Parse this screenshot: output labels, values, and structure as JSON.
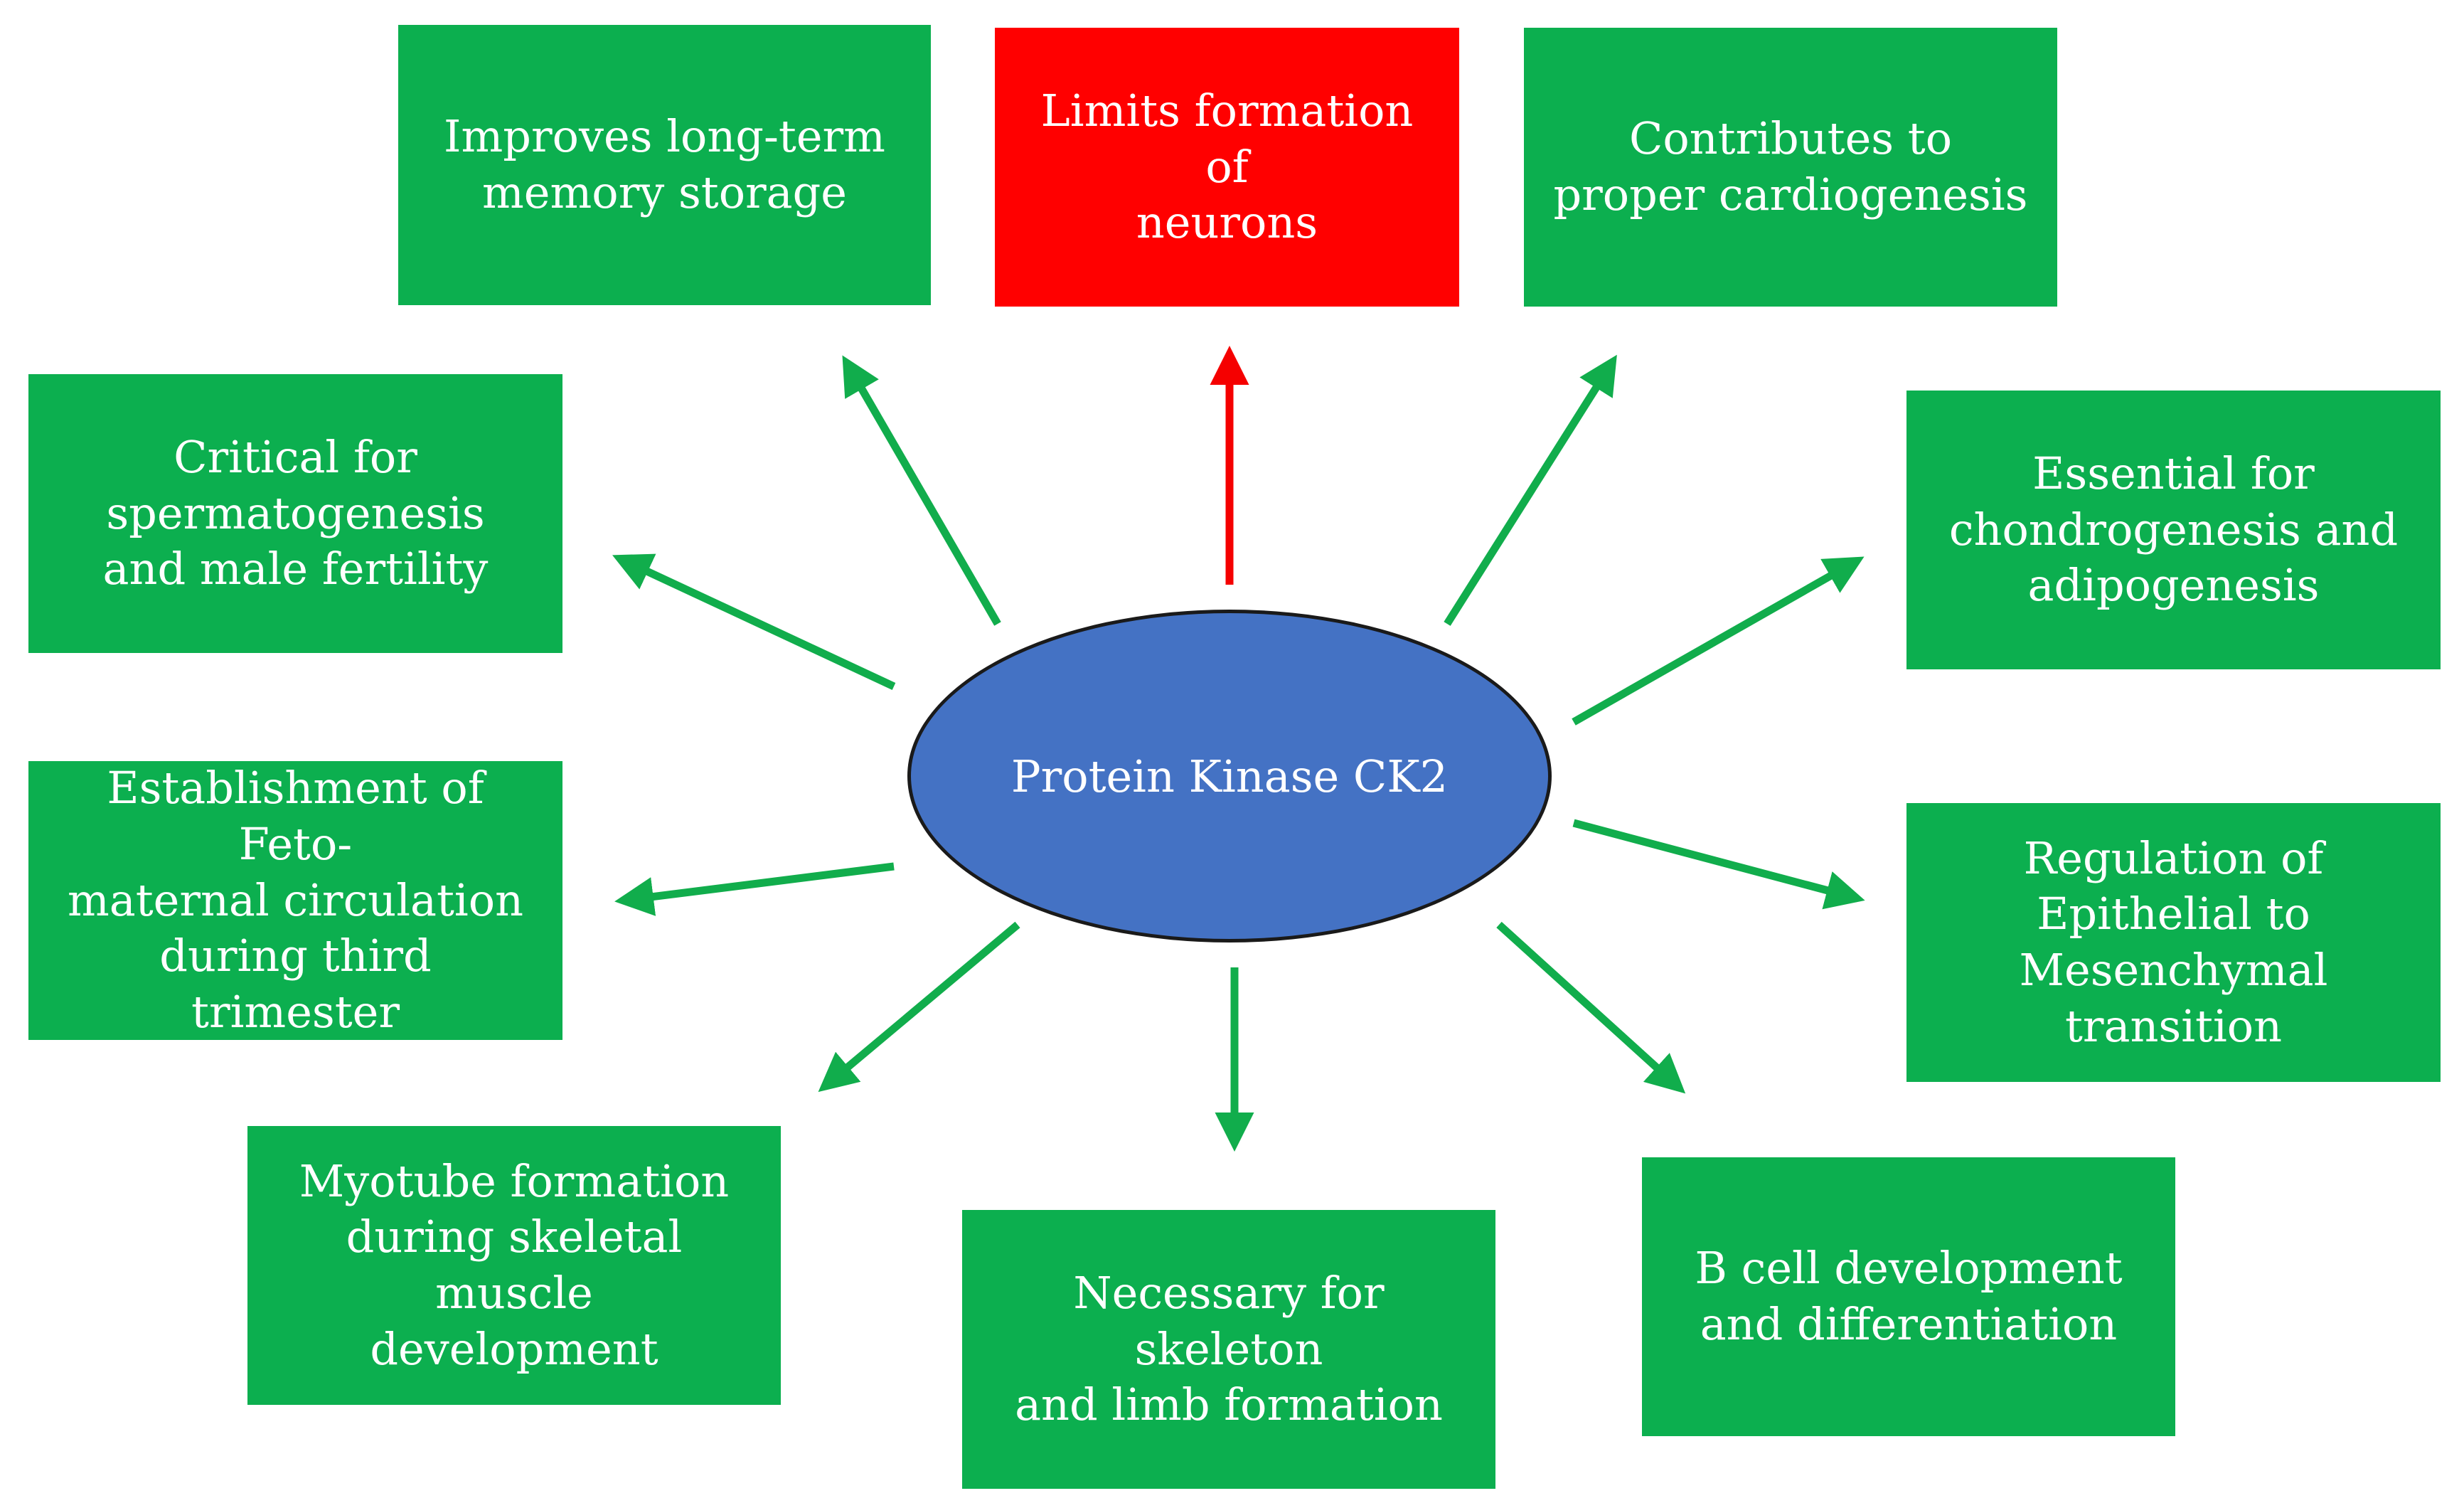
{
  "colors": {
    "box_fill": "#0caf4f",
    "inhibit_fill": "#ff0000",
    "hub_fill": "#4472c4",
    "arrow_green": "#11ad4c",
    "arrow_red": "#f50000"
  },
  "hub": {
    "label": "Protein Kinase CK2"
  },
  "effects": [
    {
      "id": "memory",
      "label": "Improves long-term\nmemory storage",
      "kind": "promote"
    },
    {
      "id": "neurons",
      "label": "Limits formation  of\nneurons",
      "kind": "inhibit"
    },
    {
      "id": "cardio",
      "label": "Contributes to\nproper cardiogenesis",
      "kind": "promote"
    },
    {
      "id": "spermato",
      "label": "Critical for\nspermatogenesis\nand male fertility",
      "kind": "promote"
    },
    {
      "id": "chondro",
      "label": "Essential for\nchondrogenesis and\nadipogenesis",
      "kind": "promote"
    },
    {
      "id": "feto",
      "label": "Establishment of Feto-\nmaternal circulation\nduring third trimester",
      "kind": "promote"
    },
    {
      "id": "emt",
      "label": "Regulation of\nEpithelial to\nMesenchymal\ntransition",
      "kind": "promote"
    },
    {
      "id": "myotube",
      "label": "Myotube formation\nduring skeletal muscle\ndevelopment",
      "kind": "promote"
    },
    {
      "id": "skeleton",
      "label": "Necessary for skeleton\nand limb formation",
      "kind": "promote"
    },
    {
      "id": "bcell",
      "label": "B cell development\nand differentiation",
      "kind": "promote"
    }
  ]
}
